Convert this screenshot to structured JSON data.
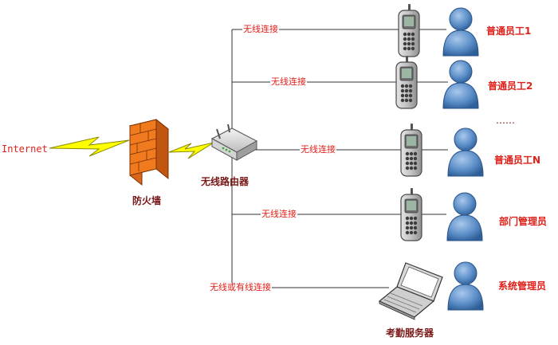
{
  "nodes": {
    "internet": "Internet",
    "firewall": "防火墙",
    "router": "无线路由器",
    "server": "考勤服务器"
  },
  "branches": [
    {
      "connection": "无线连接",
      "role": "普通员工1",
      "device": "phone"
    },
    {
      "connection": "无线连接",
      "role": "普通员工2",
      "device": "phone"
    },
    {
      "connection": "无线连接",
      "role": "普通员工N",
      "device": "phone"
    },
    {
      "connection": "无线连接",
      "role": "部门管理员",
      "device": "phone"
    },
    {
      "connection": "无线或有线连接",
      "role": "系统管理员",
      "device": "laptop"
    }
  ],
  "ellipsis": "……",
  "icons": [
    "lightning-bolt-icon",
    "brick-firewall-icon",
    "wireless-router-icon",
    "mobile-phone-icon",
    "person-icon",
    "laptop-icon"
  ],
  "colors": {
    "label_red": "#e0201a",
    "label_dark": "#7a1616",
    "bolt_yellow": "#ffff00",
    "brick_orange": "#f07a1e",
    "person_blue": "#5b8ec8",
    "line": "#333333"
  }
}
